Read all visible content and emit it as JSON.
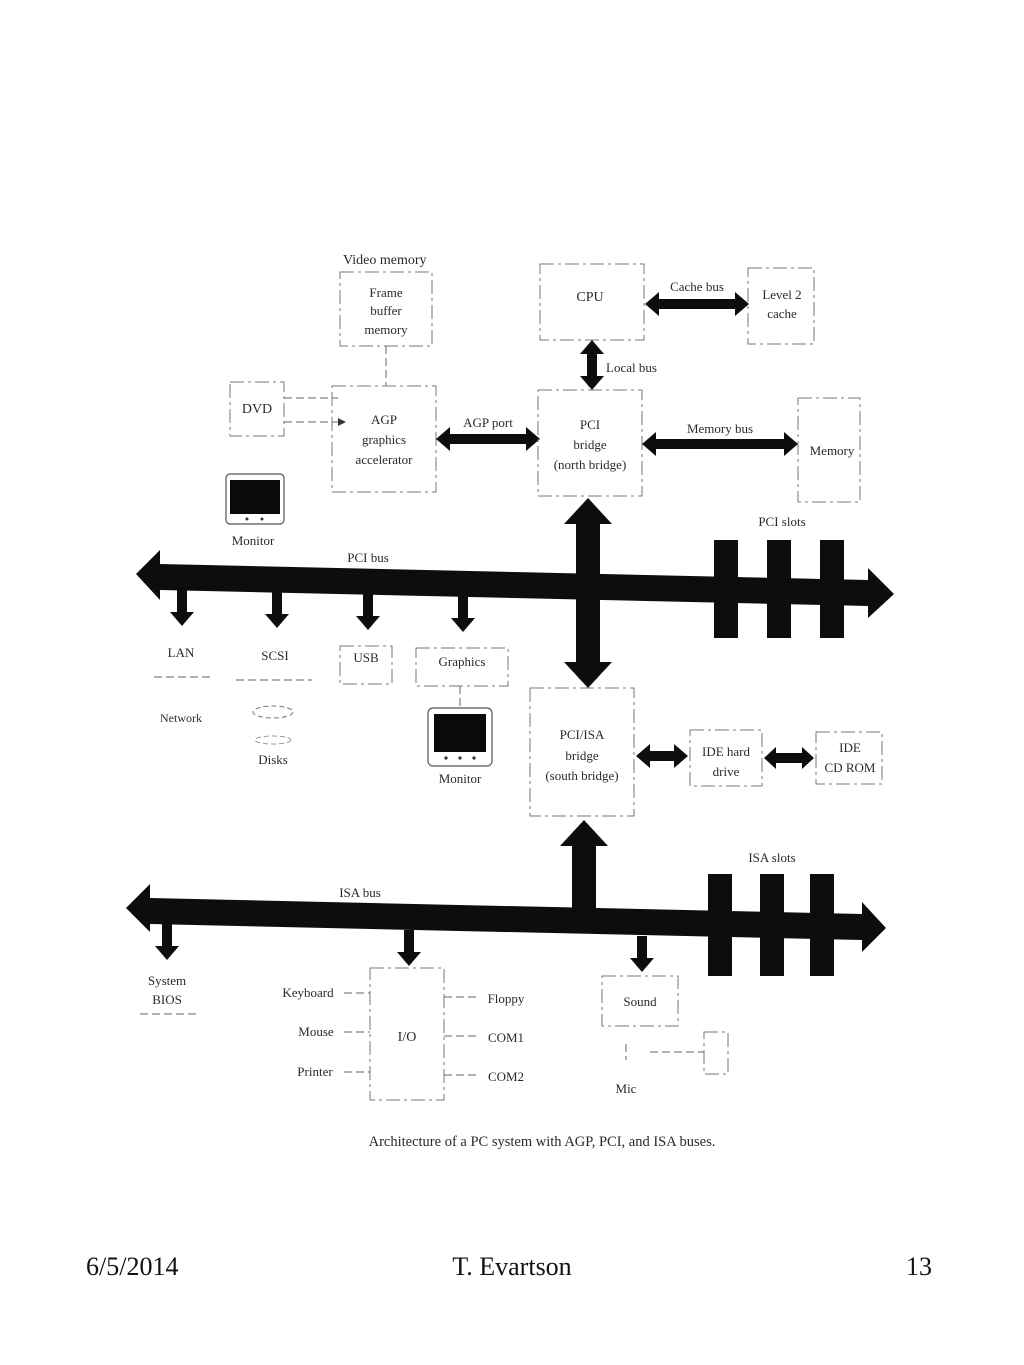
{
  "diagram": {
    "video_memory": "Video memory",
    "frame_buffer": [
      "Frame",
      "buffer",
      "memory"
    ],
    "cpu": "CPU",
    "cache_bus": "Cache bus",
    "level2_cache": [
      "Level 2",
      "cache"
    ],
    "local_bus": "Local bus",
    "dvd": "DVD",
    "agp_accel": [
      "AGP",
      "graphics",
      "accelerator"
    ],
    "agp_port": "AGP port",
    "north_bridge": [
      "PCI",
      "bridge",
      "(north bridge)"
    ],
    "memory_bus": "Memory bus",
    "memory": "Memory",
    "monitor_top": "Monitor",
    "pci_slots": "PCI slots",
    "pci_bus": "PCI bus",
    "lan": "LAN",
    "scsi": "SCSI",
    "usb": "USB",
    "graphics": "Graphics",
    "network": "Network",
    "disks": "Disks",
    "monitor_bottom": "Monitor",
    "south_bridge": [
      "PCI/ISA",
      "bridge",
      "(south bridge)"
    ],
    "ide_hard": [
      "IDE hard",
      "drive"
    ],
    "ide_cd": [
      "IDE",
      "CD ROM"
    ],
    "isa_slots": "ISA slots",
    "isa_bus": "ISA bus",
    "system_bios": [
      "System",
      "BIOS"
    ],
    "keyboard": "Keyboard",
    "mouse": "Mouse",
    "printer": "Printer",
    "io": "I/O",
    "floppy": "Floppy",
    "com1": "COM1",
    "com2": "COM2",
    "sound": "Sound",
    "mic": "Mic",
    "caption": "Architecture of a PC system with AGP, PCI, and ISA buses."
  },
  "footer": {
    "date": "6/5/2014",
    "author": "T. Evartson",
    "page": "13"
  }
}
